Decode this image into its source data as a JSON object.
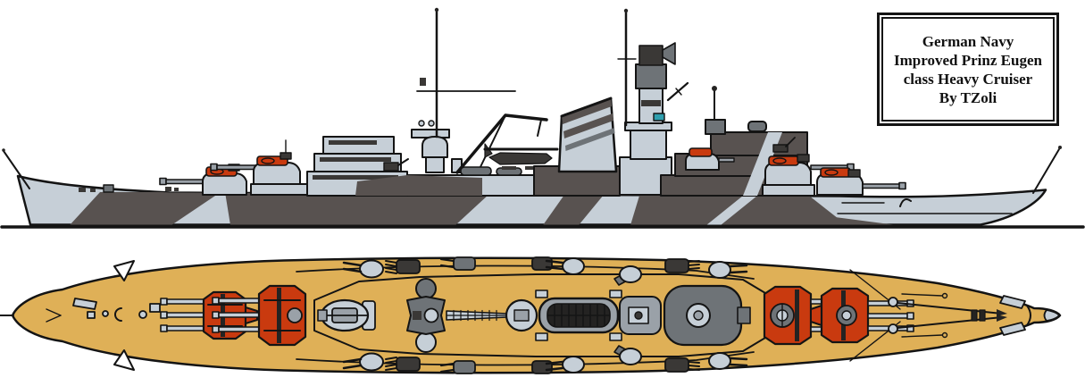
{
  "title_box": {
    "lines": [
      "German Navy",
      "Improved Prinz Eugen",
      "class Heavy Cruiser",
      "By TZoli"
    ]
  },
  "colors": {
    "background": "#ffffff",
    "outline": "#141414",
    "hull_light": "#c6cfd7",
    "camo_dark": "#585250",
    "structure_mid": "#9aa1a8",
    "structure_dark": "#6e7377",
    "detail_dark": "#3a3836",
    "detail_black": "#242322",
    "turret_red": "#c93a0f",
    "deck_tan": "#dfb057",
    "teal_accent": "#2f9fae"
  }
}
